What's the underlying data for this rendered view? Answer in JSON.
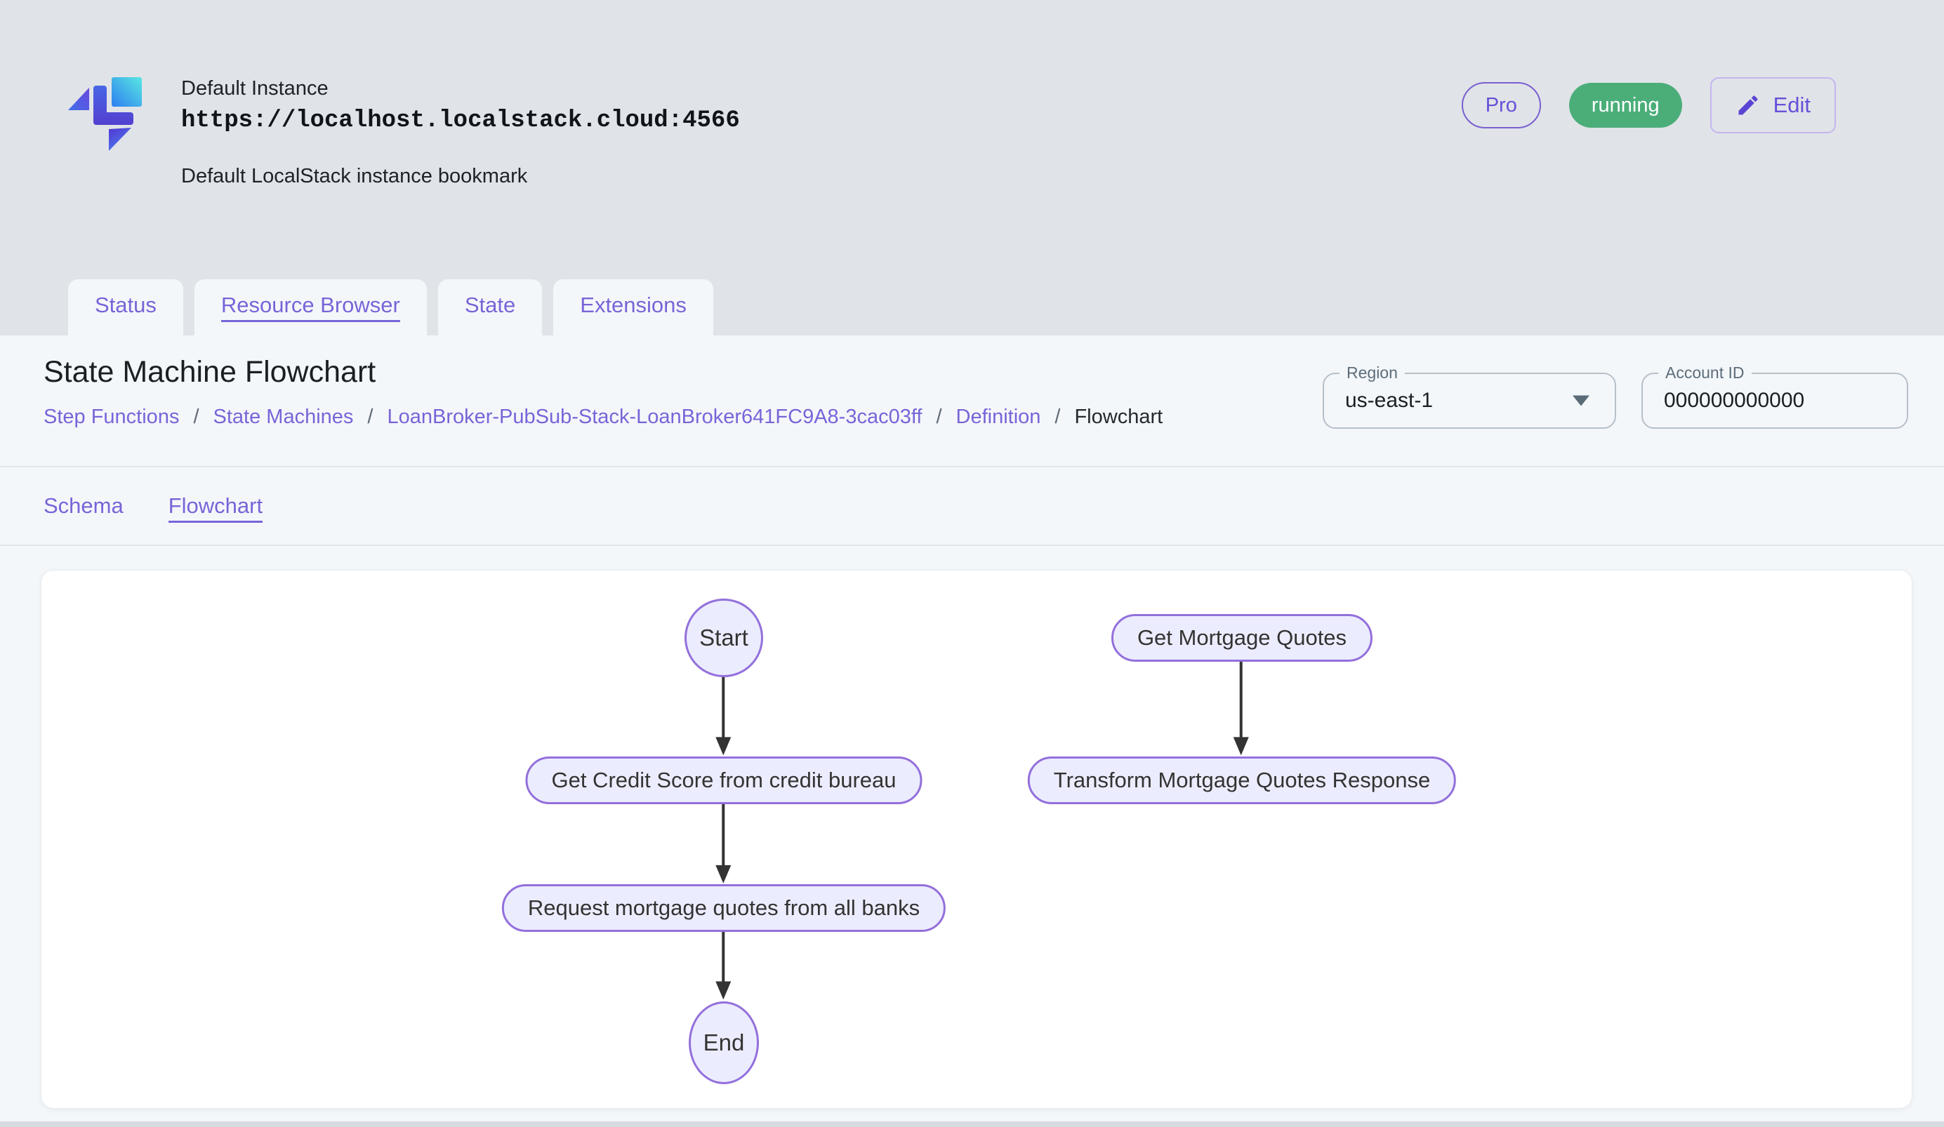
{
  "header": {
    "instance_name": "Default Instance",
    "instance_url": "https://localhost.localstack.cloud:4566",
    "instance_description": "Default LocalStack instance bookmark",
    "pro_badge": "Pro",
    "status_badge": "running",
    "edit_button": "Edit"
  },
  "tabs": {
    "items": [
      {
        "label": "Status",
        "active": false
      },
      {
        "label": "Resource Browser",
        "active": true
      },
      {
        "label": "State",
        "active": false
      },
      {
        "label": "Extensions",
        "active": false
      }
    ]
  },
  "page": {
    "title": "State Machine Flowchart",
    "breadcrumb_separator": "/",
    "breadcrumb": [
      {
        "label": "Step Functions",
        "current": false
      },
      {
        "label": "State Machines",
        "current": false
      },
      {
        "label": "LoanBroker-PubSub-Stack-LoanBroker641FC9A8-3cac03ff",
        "current": false
      },
      {
        "label": "Definition",
        "current": false
      },
      {
        "label": "Flowchart",
        "current": true
      }
    ],
    "region": {
      "label": "Region",
      "value": "us-east-1"
    },
    "account": {
      "label": "Account ID",
      "value": "000000000000"
    }
  },
  "subtabs": [
    {
      "label": "Schema",
      "active": false
    },
    {
      "label": "Flowchart",
      "active": true
    }
  ],
  "flowchart": {
    "nodes": [
      {
        "id": "start",
        "label": "Start",
        "shape": "circle"
      },
      {
        "id": "get-credit-score",
        "label": "Get Credit Score from credit bureau",
        "shape": "pill"
      },
      {
        "id": "request-quotes",
        "label": "Request mortgage quotes from all banks",
        "shape": "pill"
      },
      {
        "id": "end",
        "label": "End",
        "shape": "ellipse"
      },
      {
        "id": "get-mortgage-quotes",
        "label": "Get Mortgage Quotes",
        "shape": "pill"
      },
      {
        "id": "transform-response",
        "label": "Transform Mortgage Quotes Response",
        "shape": "pill"
      }
    ],
    "edges": [
      {
        "from": "start",
        "to": "get-credit-score"
      },
      {
        "from": "get-credit-score",
        "to": "request-quotes"
      },
      {
        "from": "request-quotes",
        "to": "end"
      },
      {
        "from": "get-mortgage-quotes",
        "to": "transform-response"
      }
    ]
  },
  "icons": {
    "edit": "pencil-icon",
    "region_dropdown": "caret-down-icon",
    "logo": "localstack-logo"
  },
  "colors": {
    "accent_purple": "#7765d8",
    "status_green": "#4bae79",
    "node_fill": "#ECECFF",
    "node_stroke": "#9370DB",
    "edge": "#333333",
    "top_background": "#e0e3e8",
    "panel_background": "#f4f7fa"
  }
}
